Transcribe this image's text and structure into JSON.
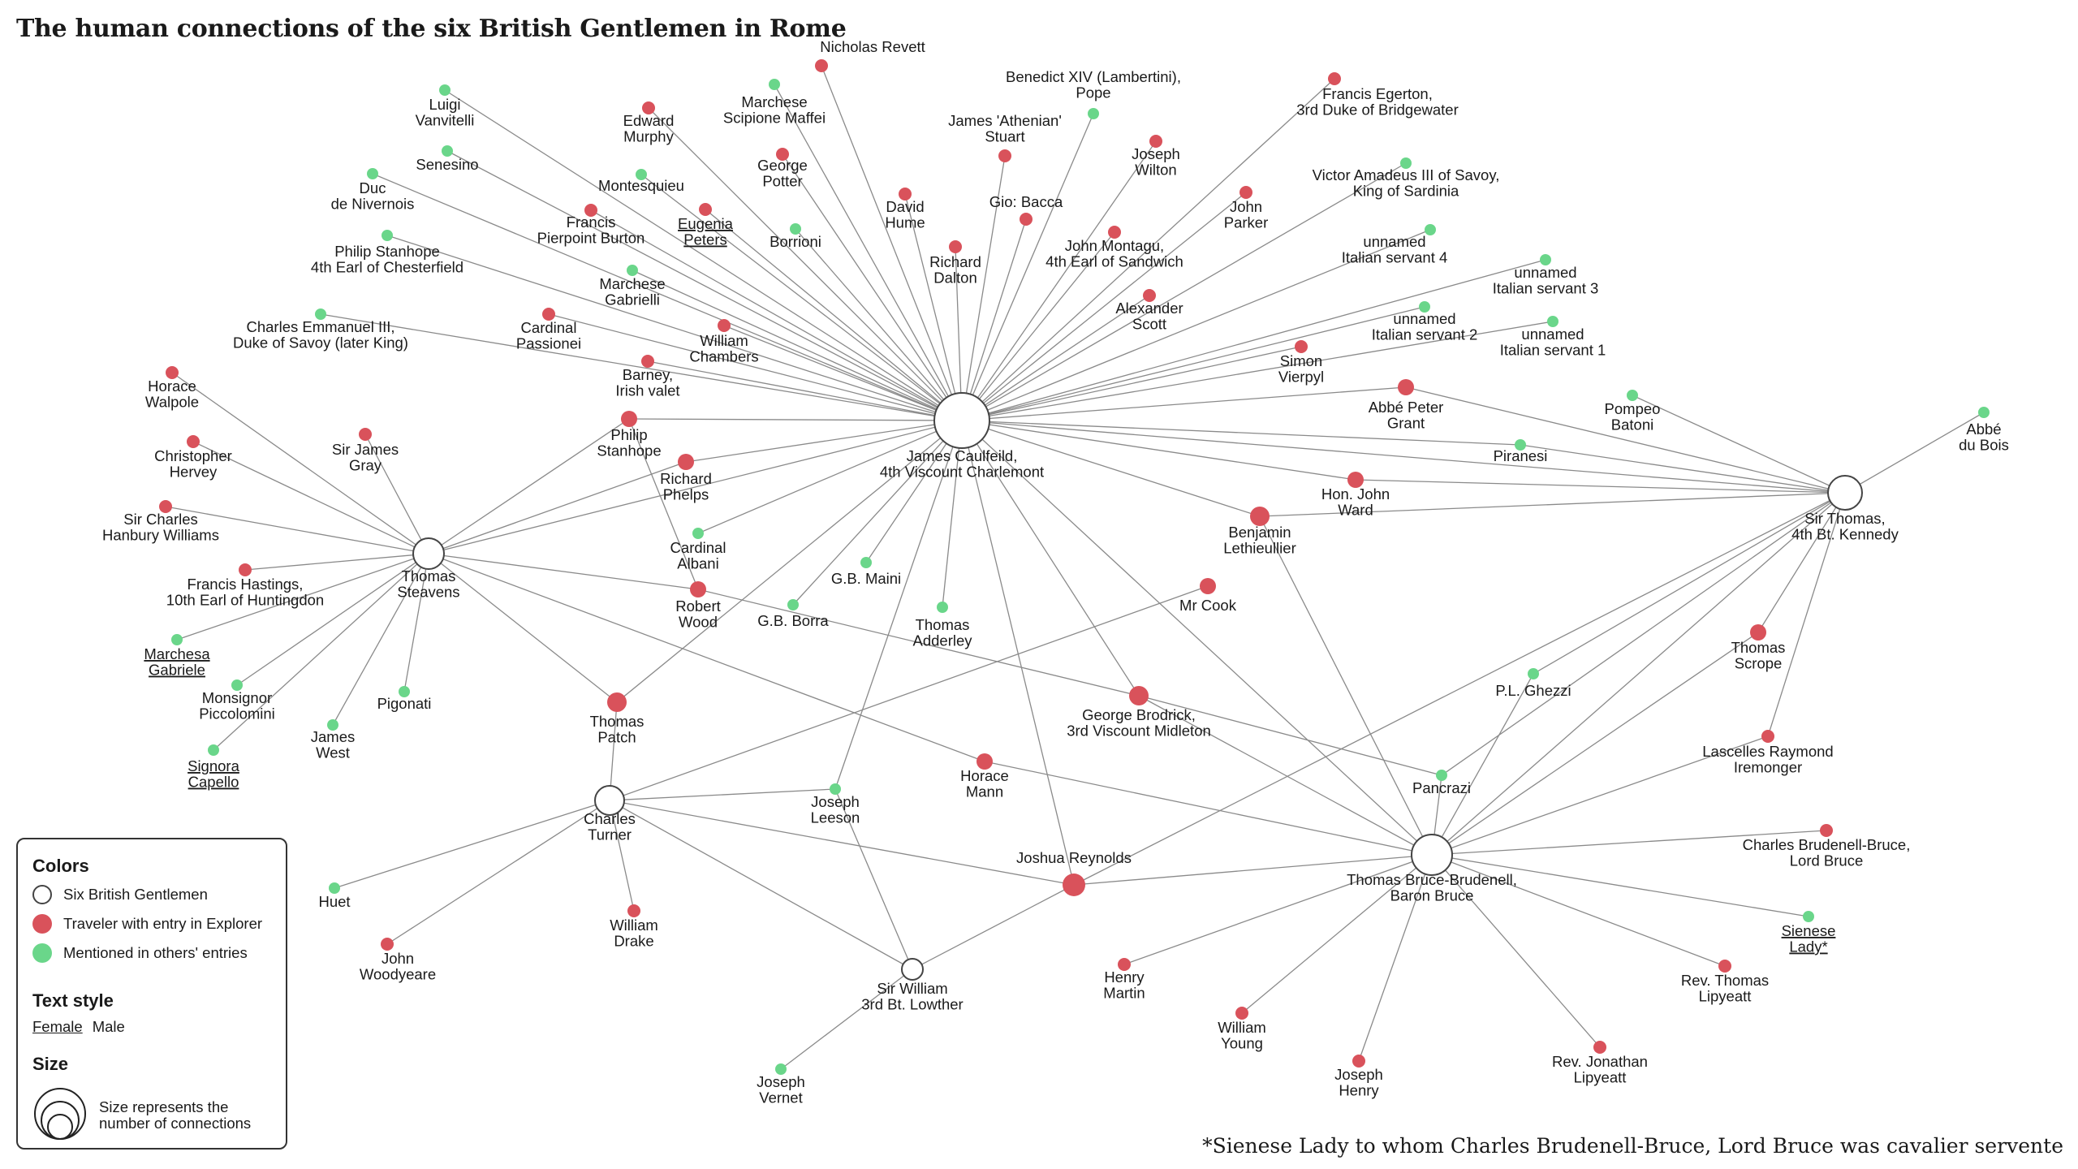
{
  "title": "The human connections of the six British Gentlemen in Rome",
  "footnote": "*Sienese Lady to whom Charles Brudenell-Bruce, Lord Bruce was cavalier servente",
  "colors": {
    "gentleman_fill": "#ffffff",
    "traveler": "#d9525b",
    "mentioned": "#6ad68a",
    "edge": "#8a8a8a"
  },
  "legend": {
    "colors_title": "Colors",
    "gentleman": "Six British Gentlemen",
    "traveler": "Traveler with entry in Explorer",
    "mentioned": "Mentioned in others' entries",
    "text_style_title": "Text style",
    "female": "Female",
    "male": "Male",
    "size_title": "Size",
    "size_text": "Size represents the number of connections"
  },
  "hubs": {
    "charlemont": [
      "James Caulfeild,",
      "4th Viscount Charlemont"
    ],
    "steavens": [
      "Thomas",
      "Steavens"
    ],
    "kennedy": [
      "Sir Thomas,",
      "4th Bt. Kennedy"
    ],
    "bruce": [
      "Thomas Bruce-Brudenell,",
      "Baron Bruce"
    ],
    "turner": [
      "Charles",
      "Turner"
    ],
    "lowther": [
      "Sir William",
      "3rd Bt. Lowther"
    ]
  },
  "nodes": {
    "revett": [
      "Nicholas Revett"
    ],
    "maffei": [
      "Marchese",
      "Scipione Maffei"
    ],
    "benedict": [
      "Benedict XIV (Lambertini),",
      "Pope"
    ],
    "egerton": [
      "Francis Egerton,",
      "3rd Duke of Bridgewater"
    ],
    "vanvitelli": [
      "Luigi",
      "Vanvitelli"
    ],
    "murphy": [
      "Edward",
      "Murphy"
    ],
    "stuart": [
      "James 'Athenian'",
      "Stuart"
    ],
    "wilton": [
      "Joseph",
      "Wilton"
    ],
    "senesino": [
      "Senesino"
    ],
    "potter": [
      "George",
      "Potter"
    ],
    "montesquieu": [
      "Montesquieu"
    ],
    "victor": [
      "Victor Amadeus III of Savoy,",
      "King of Sardinia"
    ],
    "nivernois": [
      "Duc",
      "de Nivernois"
    ],
    "bacca": [
      "Gio: Bacca"
    ],
    "hume": [
      "David",
      "Hume"
    ],
    "parker": [
      "John",
      "Parker"
    ],
    "burton": [
      "Francis",
      "Pierpoint Burton"
    ],
    "eugenia": [
      "Eugenia",
      "Peters"
    ],
    "borrioni": [
      "Borrioni"
    ],
    "unnamed4": [
      "unnamed",
      "Italian servant 4"
    ],
    "montagu": [
      "John Montagu,",
      "4th Earl of Sandwich"
    ],
    "stanhope_ch": [
      "Philip Stanhope",
      "4th Earl of Chesterfield"
    ],
    "dalton": [
      "Richard",
      "Dalton"
    ],
    "unnamed3": [
      "unnamed",
      "Italian servant 3"
    ],
    "gabrielli": [
      "Marchese",
      "Gabrielli"
    ],
    "scott": [
      "Alexander",
      "Scott"
    ],
    "unnamed2": [
      "unnamed",
      "Italian servant 2"
    ],
    "emmanuel": [
      "Charles Emmanuel III,",
      "Duke of Savoy (later King)"
    ],
    "passionei": [
      "Cardinal",
      "Passionei"
    ],
    "chambers": [
      "William",
      "Chambers"
    ],
    "unnamed1": [
      "unnamed",
      "Italian servant 1"
    ],
    "vierpyl": [
      "Simon",
      "Vierpyl"
    ],
    "walpole": [
      "Horace",
      "Walpole"
    ],
    "barney": [
      "Barney,",
      "Irish valet"
    ],
    "grant": [
      "Abbé Peter",
      "Grant"
    ],
    "batoni": [
      "Pompeo",
      "Batoni"
    ],
    "dubois": [
      "Abbé",
      "du Bois"
    ],
    "hervey": [
      "Christopher",
      "Hervey"
    ],
    "gray": [
      "Sir James",
      "Gray"
    ],
    "philip_stanhope": [
      "Philip",
      "Stanhope"
    ],
    "piranesi": [
      "Piranesi"
    ],
    "phelps": [
      "Richard",
      "Phelps"
    ],
    "ward": [
      "Hon. John",
      "Ward"
    ],
    "williams": [
      "Sir Charles",
      "Hanbury Williams"
    ],
    "lethieullier": [
      "Benjamin",
      "Lethieullier"
    ],
    "albani": [
      "Cardinal",
      "Albani"
    ],
    "huntingdon": [
      "Francis Hastings,",
      "10th Earl of Huntingdon"
    ],
    "maini": [
      "G.B. Maini"
    ],
    "mrcook": [
      "Mr Cook"
    ],
    "wood": [
      "Robert",
      "Wood"
    ],
    "borra": [
      "G.B. Borra"
    ],
    "adderley": [
      "Thomas",
      "Adderley"
    ],
    "scrope": [
      "Thomas",
      "Scrope"
    ],
    "marchesa": [
      "Marchesa",
      "Gabriele"
    ],
    "ghezzi": [
      "P.L. Ghezzi"
    ],
    "patch": [
      "Thomas",
      "Patch"
    ],
    "pigonati": [
      "Pigonati"
    ],
    "piccolomini": [
      "Monsignor",
      "Piccolomini"
    ],
    "brodrick": [
      "George Brodrick,",
      "3rd Viscount Midleton"
    ],
    "west": [
      "James",
      "West"
    ],
    "iremonger": [
      "Lascelles Raymond",
      "Iremonger"
    ],
    "capello": [
      "Signora",
      "Capello"
    ],
    "pancrazi": [
      "Pancrazi"
    ],
    "leeson": [
      "Joseph",
      "Leeson"
    ],
    "mann": [
      "Horace",
      "Mann"
    ],
    "charles_bruce": [
      "Charles Brudenell-Bruce,",
      "Lord Bruce"
    ],
    "reynolds": [
      "Joshua Reynolds"
    ],
    "huet": [
      "Huet"
    ],
    "drake": [
      "William",
      "Drake"
    ],
    "sienese": [
      "Sienese",
      "Lady*"
    ],
    "woodyeare": [
      "John",
      "Woodyeare"
    ],
    "martin": [
      "Henry",
      "Martin"
    ],
    "lipyeatt_t": [
      "Rev. Thomas",
      "Lipyeatt"
    ],
    "young": [
      "William",
      "Young"
    ],
    "vernet": [
      "Joseph",
      "Vernet"
    ],
    "lipyeatt_j": [
      "Rev. Jonathan",
      "Lipyeatt"
    ],
    "henry": [
      "Joseph",
      "Henry"
    ]
  }
}
